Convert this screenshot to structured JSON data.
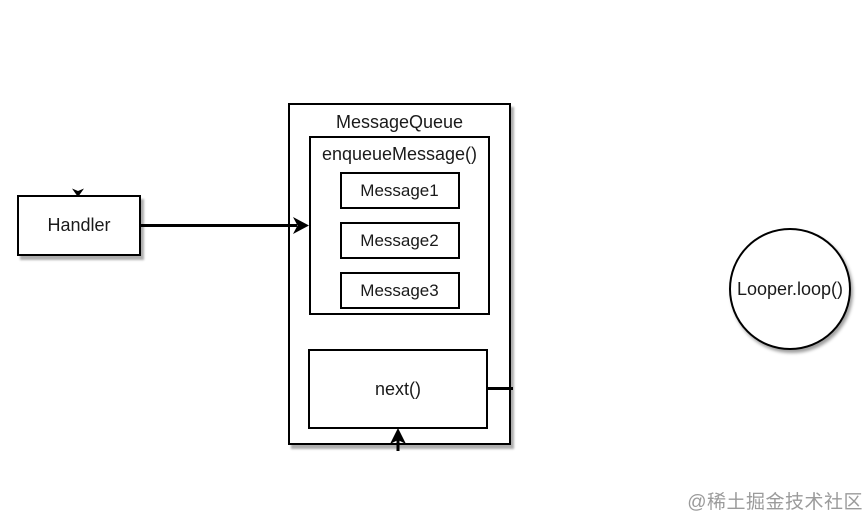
{
  "diagram": {
    "handler": {
      "label": "Handler"
    },
    "message_queue": {
      "title": "MessageQueue",
      "enqueue": {
        "title": "enqueueMessage()",
        "messages": [
          "Message1",
          "Message2",
          "Message3"
        ]
      },
      "next_label": "next()"
    },
    "looper": {
      "label": "Looper.loop()"
    },
    "watermark": "@稀土掘金技术社区",
    "colors": {
      "stroke": "#000000",
      "fill": "#ffffff",
      "watermark": "#9b9b9b"
    }
  }
}
